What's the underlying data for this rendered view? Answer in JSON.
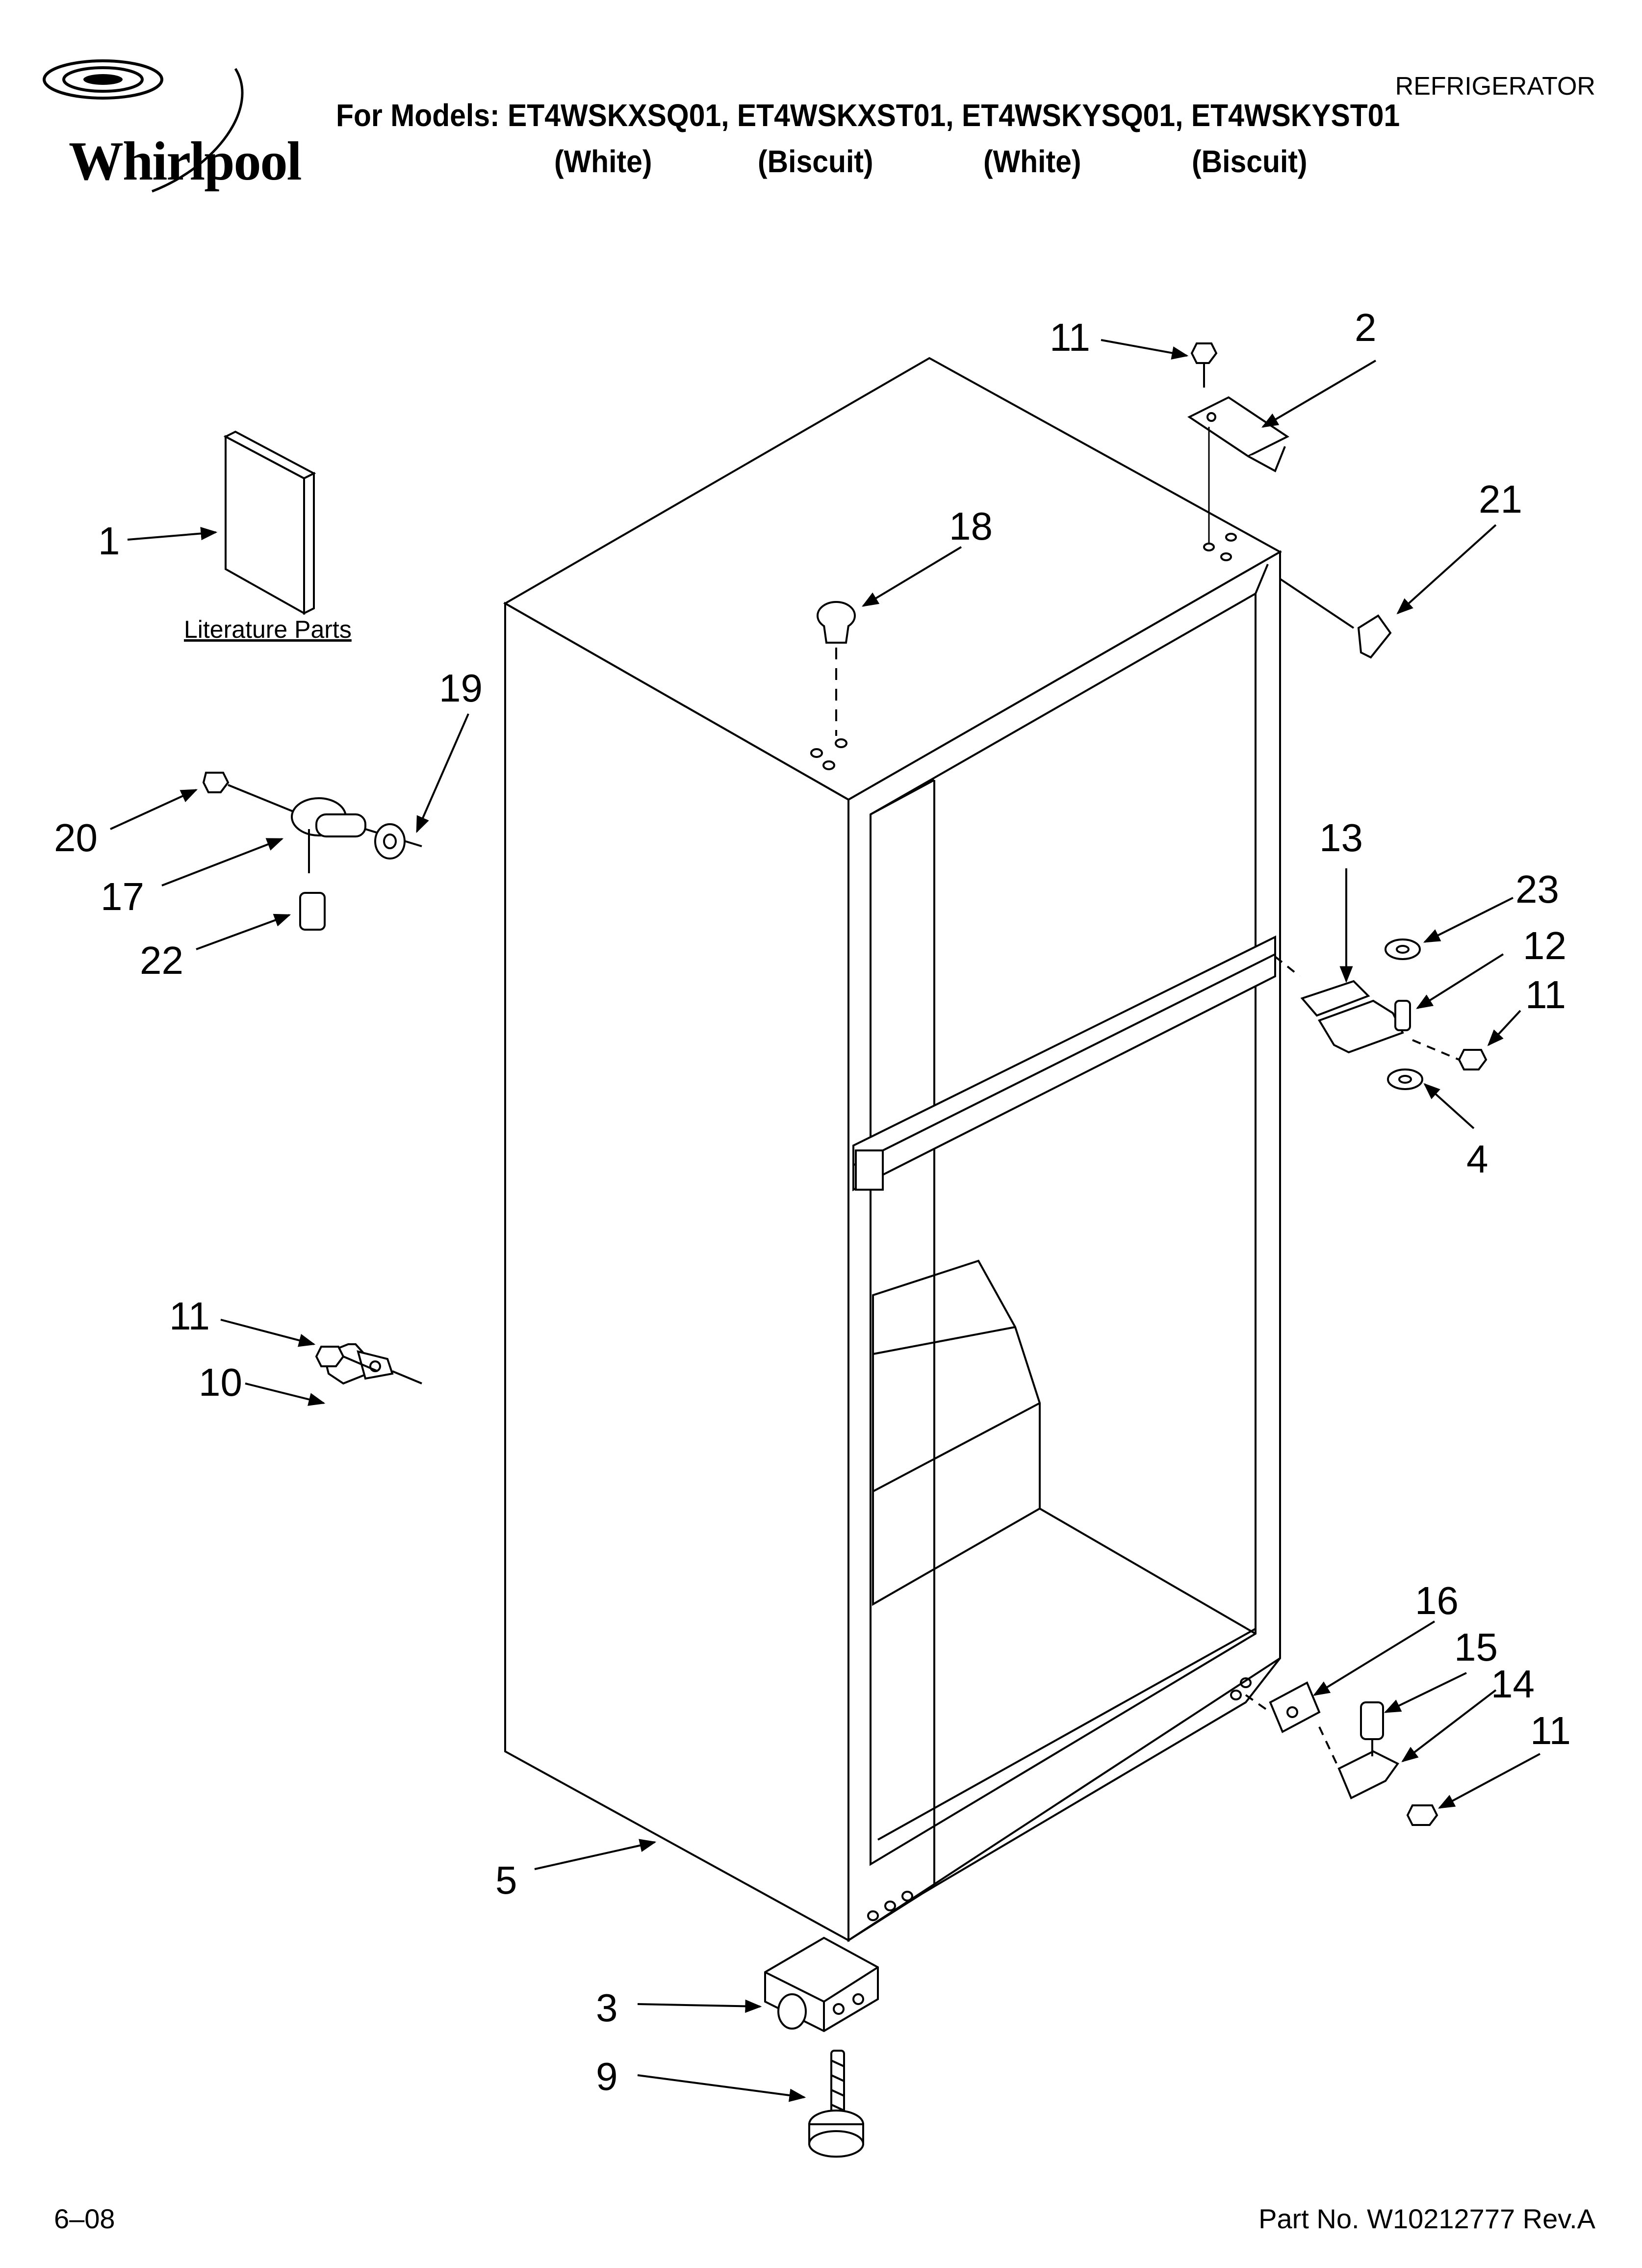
{
  "header": {
    "brand": "Whirlpool",
    "models_line": "For Models: ET4WSKXSQ01, ET4WSKXST01, ET4WSKYSQ01, ET4WSKYST01",
    "model_colors": [
      "(White)",
      "(Biscuit)",
      "(White)",
      "(Biscuit)"
    ],
    "category": "REFRIGERATOR"
  },
  "diagram": {
    "literature_label": "Literature Parts",
    "callouts": {
      "c1": "1",
      "c2": "2",
      "c3": "3",
      "c4": "4",
      "c5": "5",
      "c9": "9",
      "c10": "10",
      "c11a": "11",
      "c11b": "11",
      "c11c": "11",
      "c11d": "11",
      "c12": "12",
      "c13": "13",
      "c14": "14",
      "c15": "15",
      "c16": "16",
      "c17": "17",
      "c18": "18",
      "c19": "19",
      "c20": "20",
      "c21": "21",
      "c22": "22",
      "c23": "23"
    }
  },
  "footer": {
    "date": "6–08",
    "part_number": "Part No. W10212777 Rev.A"
  }
}
